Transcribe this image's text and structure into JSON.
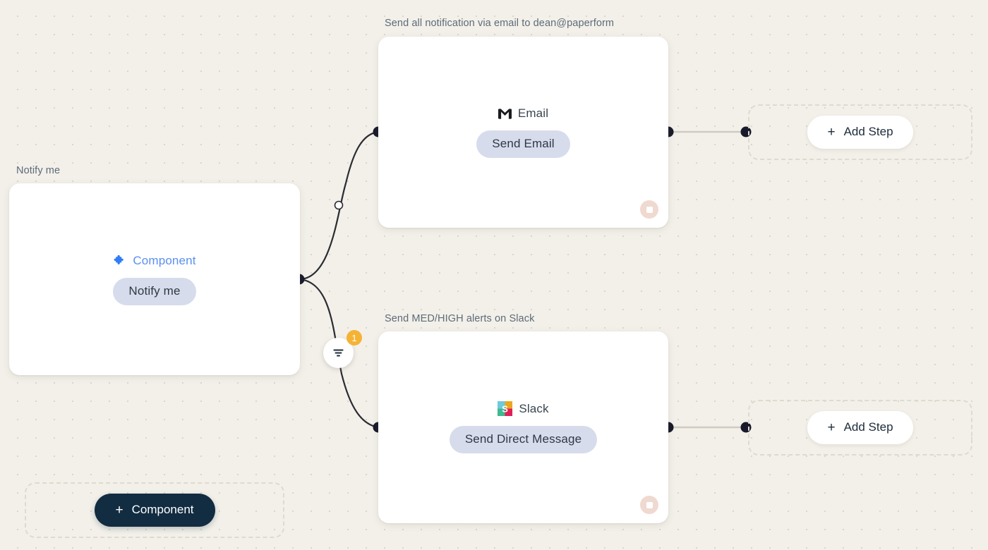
{
  "canvas": {
    "background_color": "#f2f0e9",
    "dot_color": "#d9d6cc",
    "accent_navy": "#122c41",
    "accent_blue": "#5a8ff0",
    "pill_bg": "#d7dcec",
    "badge_orange": "#f5b335"
  },
  "nodes": {
    "component": {
      "caption": "Notify me",
      "type_label": "Component",
      "type_icon": "puzzle-piece-icon",
      "action_label": "Notify me"
    },
    "email": {
      "caption": "Send all notification via email to dean@paperform",
      "type_label": "Email",
      "type_icon": "gmail-icon",
      "action_label": "Send Email",
      "corner_icon": "stop-icon"
    },
    "slack": {
      "caption": "Send MED/HIGH alerts on Slack",
      "type_label": "Slack",
      "type_icon": "slack-icon",
      "action_label": "Send Direct Message",
      "corner_icon": "stop-icon"
    }
  },
  "filter": {
    "icon": "filter-icon",
    "count": "1"
  },
  "buttons": {
    "add_step_email": {
      "plus": "+",
      "label": "Add Step"
    },
    "add_step_slack": {
      "plus": "+",
      "label": "Add Step"
    },
    "add_component": {
      "plus": "+",
      "label": "Component"
    }
  }
}
